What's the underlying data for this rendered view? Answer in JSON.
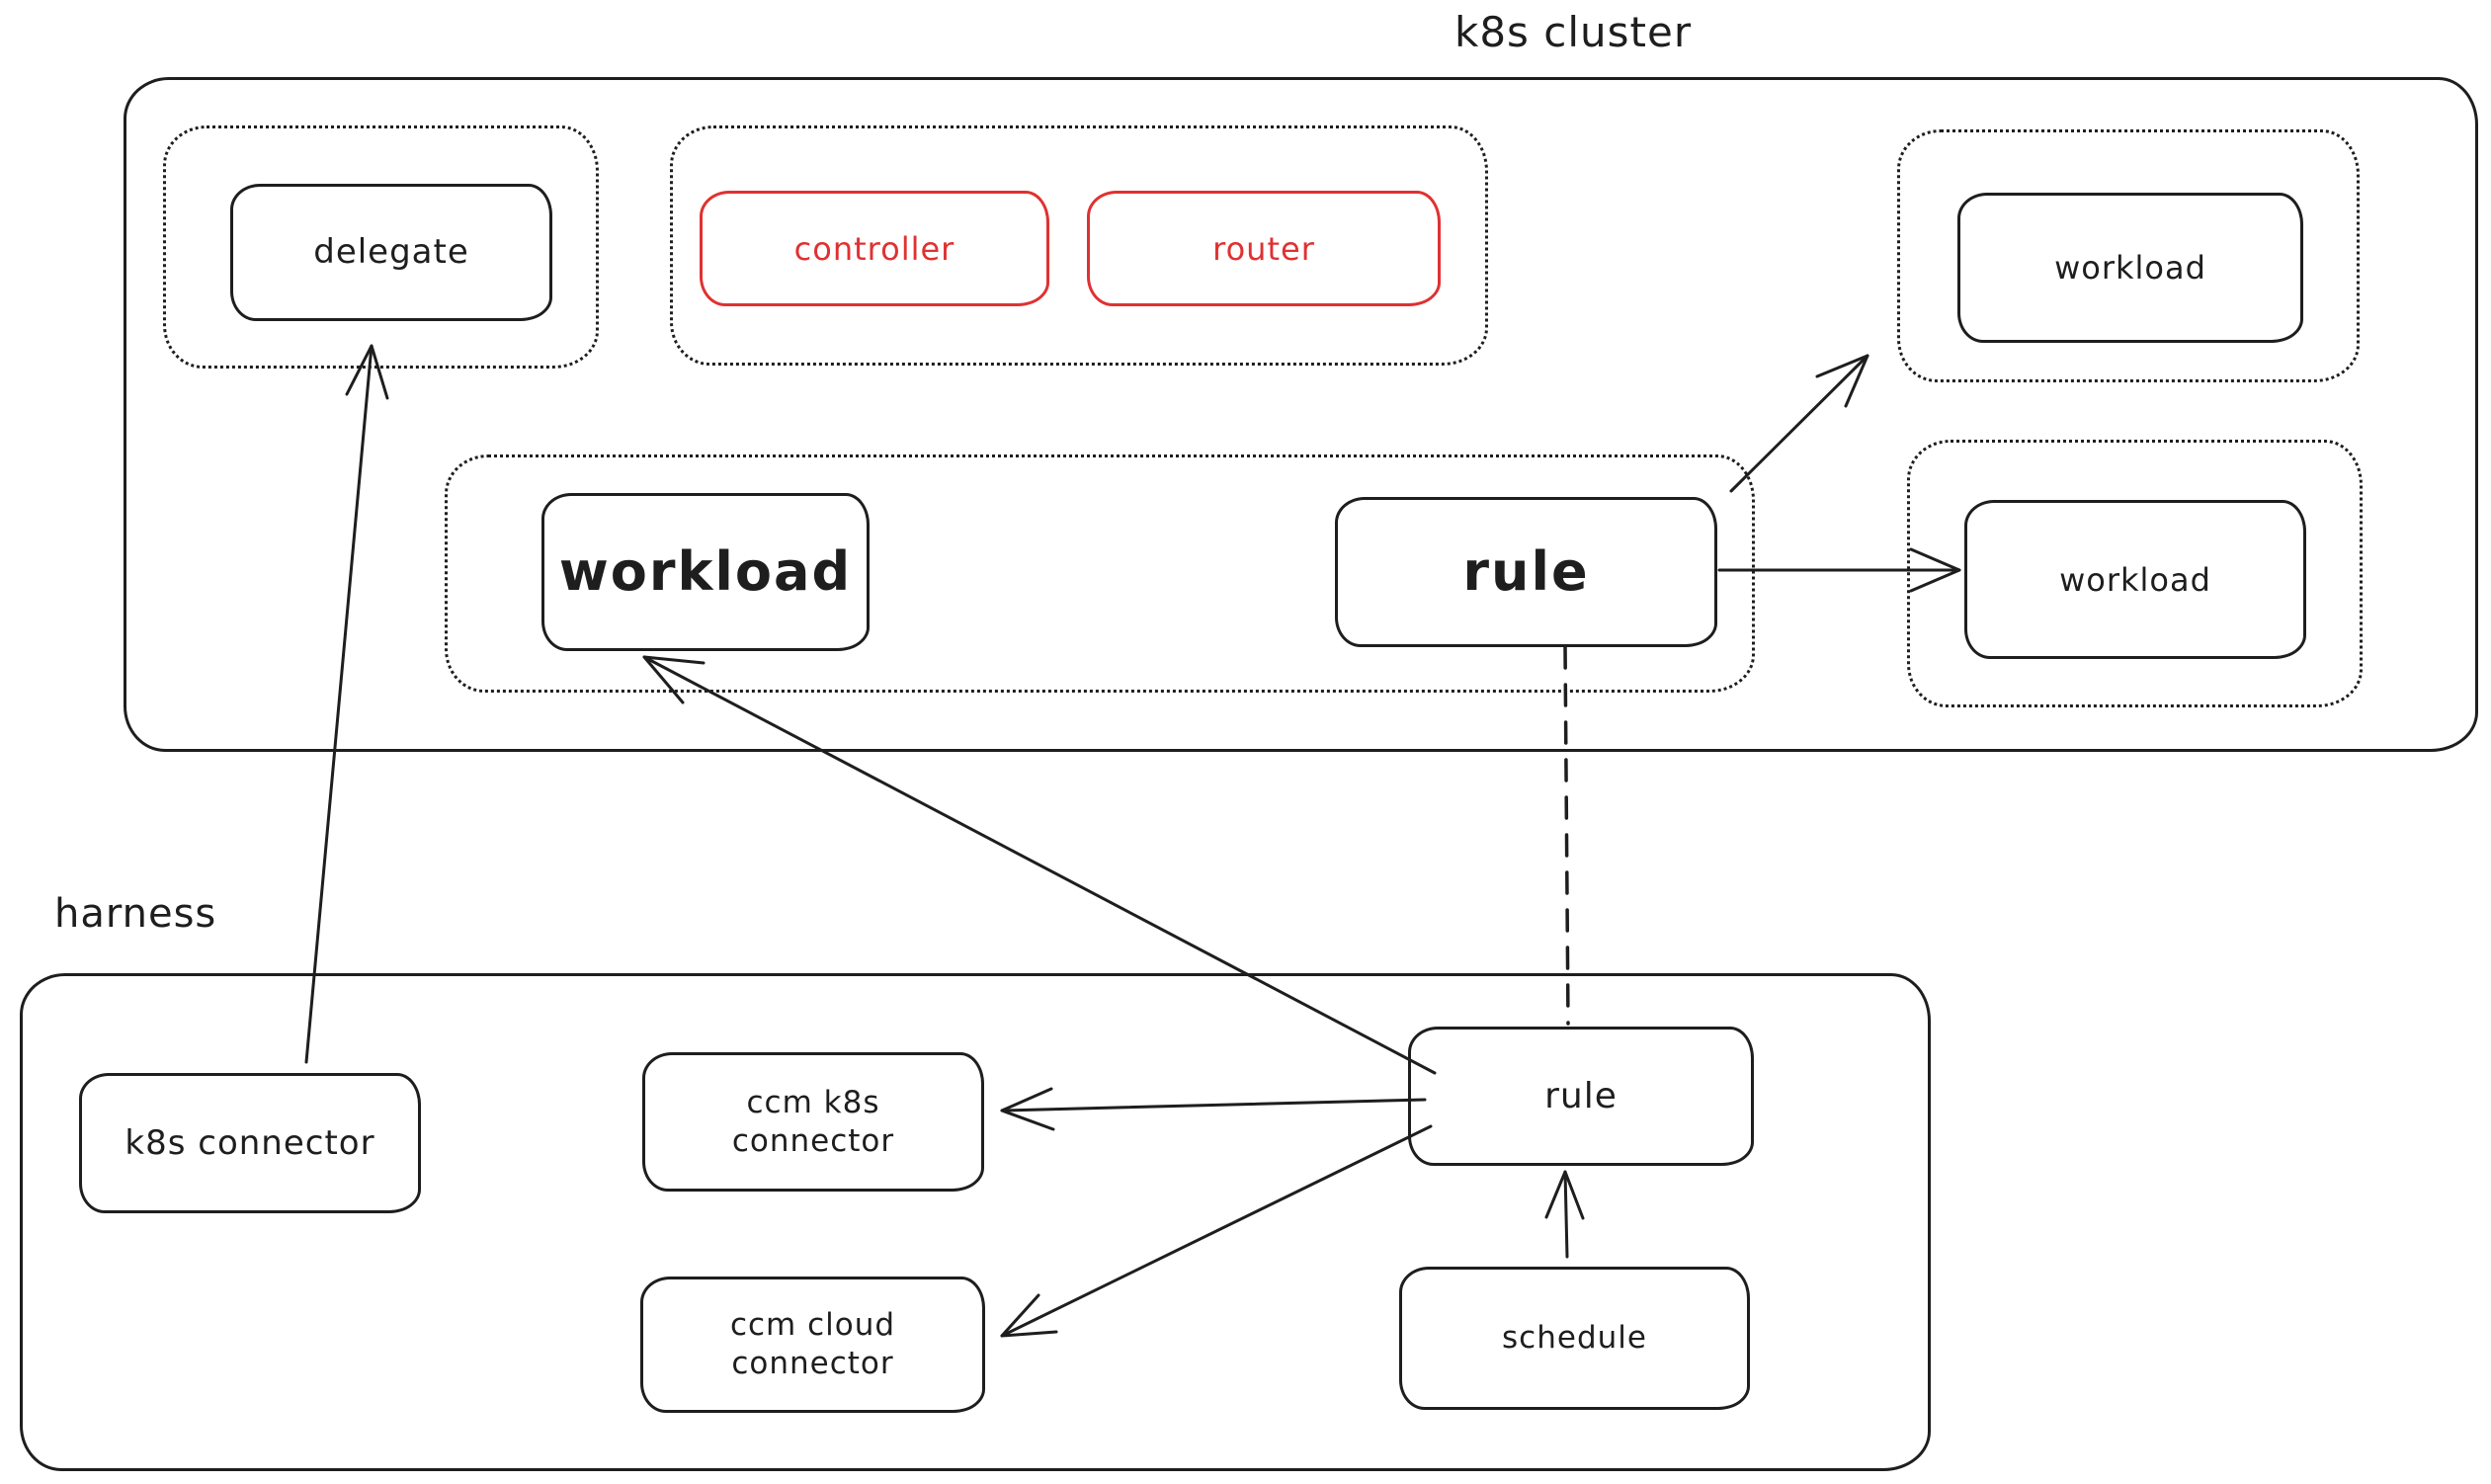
{
  "colors": {
    "ink": "#1e1e1e",
    "accent": "#e03131",
    "background": "#ffffff"
  },
  "labels": {
    "k8s_cluster": "k8s cluster",
    "harness": "harness"
  },
  "nodes": {
    "delegate": "delegate",
    "controller": "controller",
    "router": "router",
    "workload_top_right": "workload",
    "workload_main": "workload",
    "rule_k8s": "rule",
    "workload_mid_right": "workload",
    "k8s_connector": "k8s connector",
    "ccm_k8s_connector": "ccm k8s connector",
    "ccm_cloud_connector": "ccm cloud connector",
    "rule_harness": "rule",
    "schedule": "schedule"
  },
  "edges": [
    {
      "from": "k8s_connector",
      "to": "delegate",
      "style": "solid-arrow"
    },
    {
      "from": "rule_harness",
      "to": "workload_main",
      "style": "solid-arrow"
    },
    {
      "from": "rule_harness",
      "to": "ccm_k8s_connector",
      "style": "solid-arrow"
    },
    {
      "from": "rule_harness",
      "to": "ccm_cloud_connector",
      "style": "solid-arrow"
    },
    {
      "from": "schedule",
      "to": "rule_harness",
      "style": "solid-arrow"
    },
    {
      "from": "ccm_k8s_connector",
      "to": "k8s_connector",
      "style": "solid-arrow"
    },
    {
      "from": "rule_k8s",
      "to": "workload_top_right",
      "style": "solid-arrow"
    },
    {
      "from": "rule_k8s",
      "to": "workload_mid_right",
      "style": "solid-arrow"
    },
    {
      "from": "rule_k8s",
      "to": "rule_harness",
      "style": "dashed-line"
    }
  ]
}
